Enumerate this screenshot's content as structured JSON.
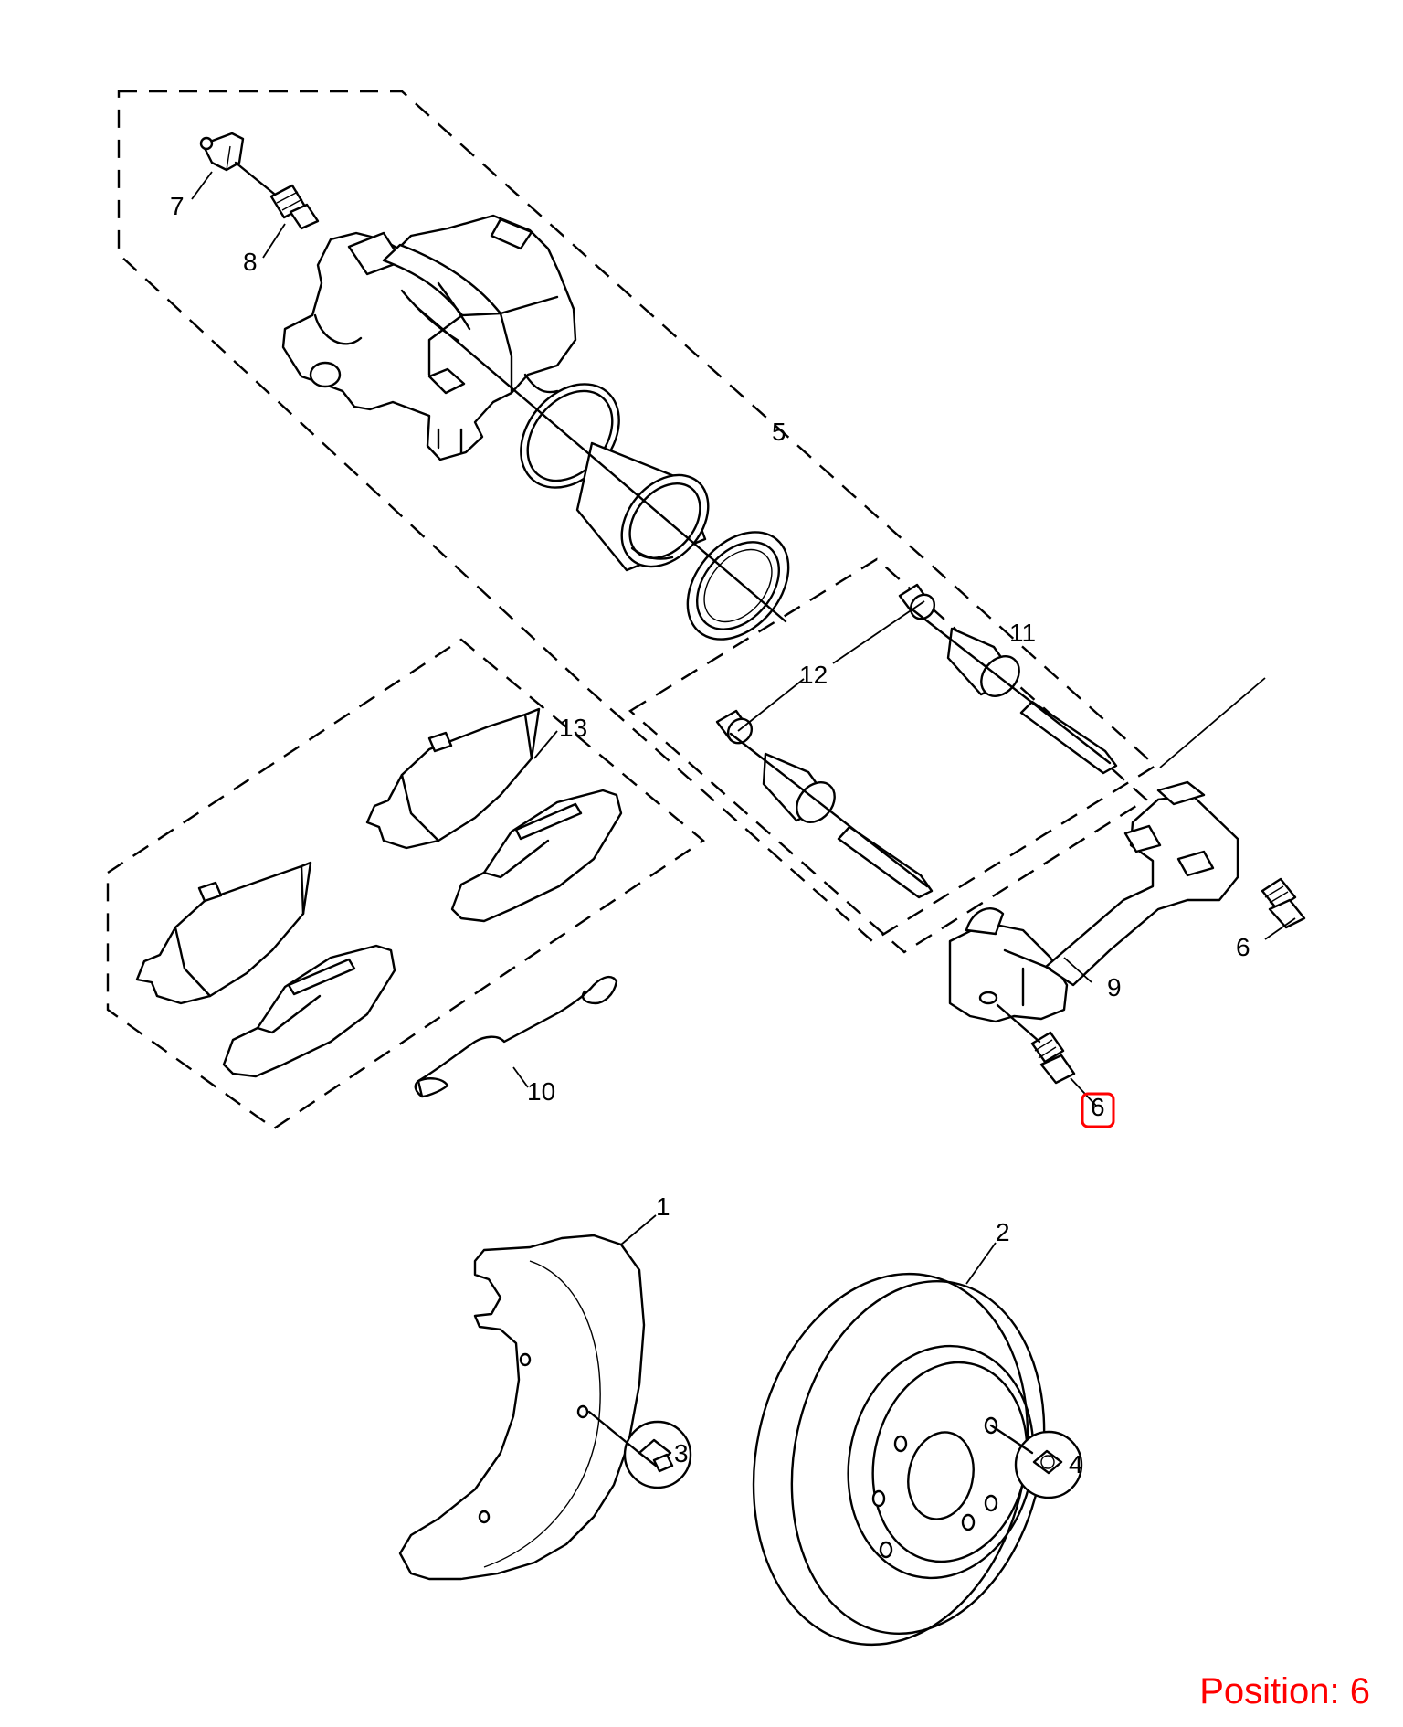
{
  "callouts": {
    "c1": "1",
    "c2": "2",
    "c3": "3",
    "c4": "4",
    "c5": "5",
    "c6a": "6",
    "c6b": "6",
    "c7": "7",
    "c8": "8",
    "c9": "9",
    "c10": "10",
    "c11": "11",
    "c12": "12",
    "c13": "13"
  },
  "highlight": {
    "callout": "6",
    "color": "#ff0000"
  },
  "position_label": "Position: 6"
}
